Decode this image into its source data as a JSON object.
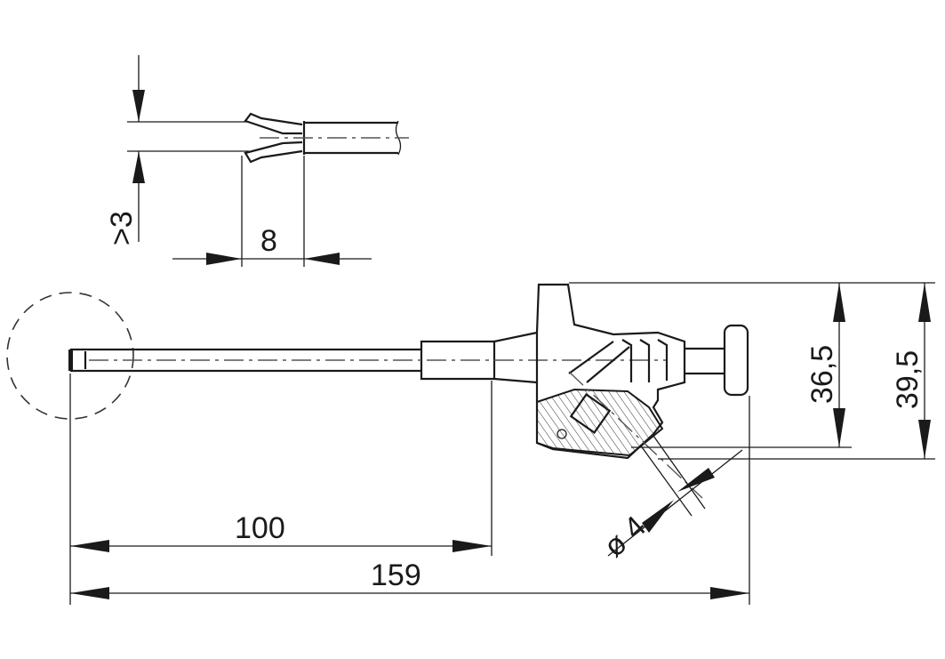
{
  "dimensions": {
    "tip_opening": ">3",
    "tip_length": "8",
    "needle_length": "100",
    "overall_length": "159",
    "height_inner": "36,5",
    "height_outer": "39,5",
    "socket_diameter": "ø 4"
  }
}
